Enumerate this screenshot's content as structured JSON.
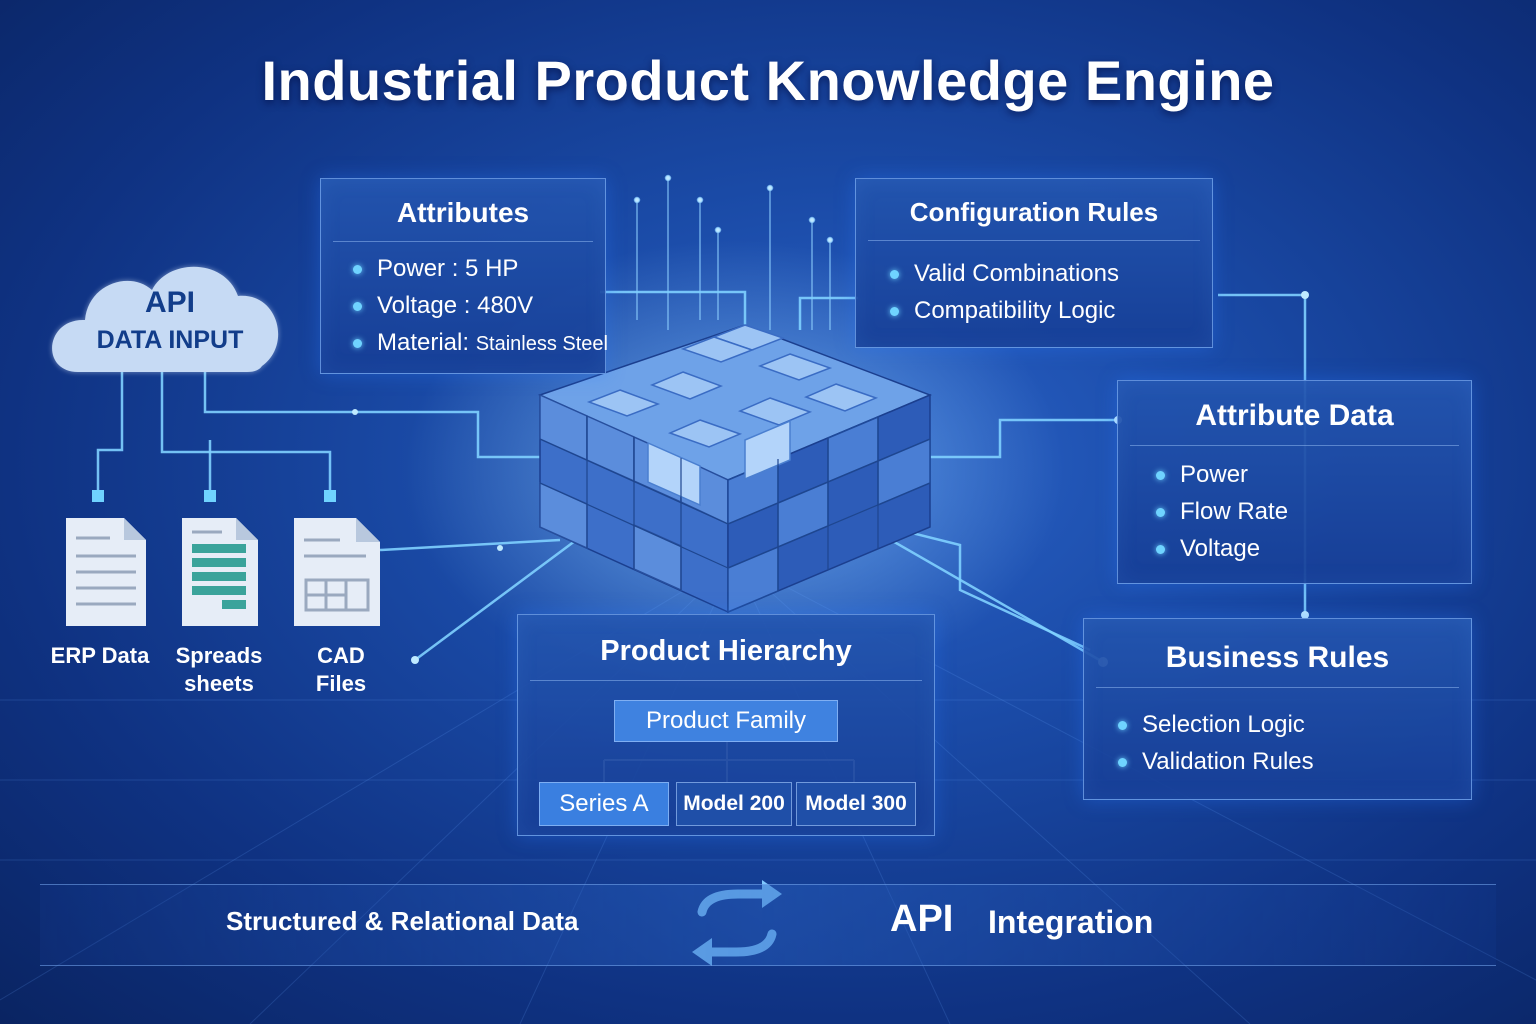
{
  "title": "Industrial Product Knowledge Engine",
  "cloud": {
    "line1": "API",
    "line2": "DATA INPUT"
  },
  "sources": [
    {
      "label_line1": "ERP Data",
      "label_line2": "",
      "icon": "document-icon"
    },
    {
      "label_line1": "Spreads",
      "label_line2": "sheets",
      "icon": "spreadsheet-icon"
    },
    {
      "label_line1": "CAD",
      "label_line2": "Files",
      "icon": "cad-file-icon"
    }
  ],
  "attributes": {
    "title": "Attributes",
    "items": [
      {
        "key": "Power",
        "value": "5 HP"
      },
      {
        "key": "Voltage",
        "value": "480V"
      },
      {
        "key": "Material",
        "value": "Stainless Steel"
      }
    ]
  },
  "configuration_rules": {
    "title": "Configuration Rules",
    "items": [
      "Valid Combinations",
      "Compatibility Logic"
    ]
  },
  "attribute_data": {
    "title": "Attribute Data",
    "items": [
      "Power",
      "Flow Rate",
      "Voltage"
    ]
  },
  "business_rules": {
    "title": "Business Rules",
    "items": [
      "Selection Logic",
      "Validation Rules"
    ]
  },
  "product_hierarchy": {
    "title": "Product Hierarchy",
    "root": "Product Family",
    "children": [
      "Series A",
      "Model 200",
      "Model 300"
    ]
  },
  "footer": {
    "left": "Structured & Relational Data",
    "api": "API",
    "integration": "Integration",
    "sync_icon": "sync-arrows-icon"
  },
  "colors": {
    "background": "#1a4aa6",
    "accent": "#6fd3ff",
    "panel_border": "#78aaf0",
    "series_a": "#3a7fe0"
  }
}
